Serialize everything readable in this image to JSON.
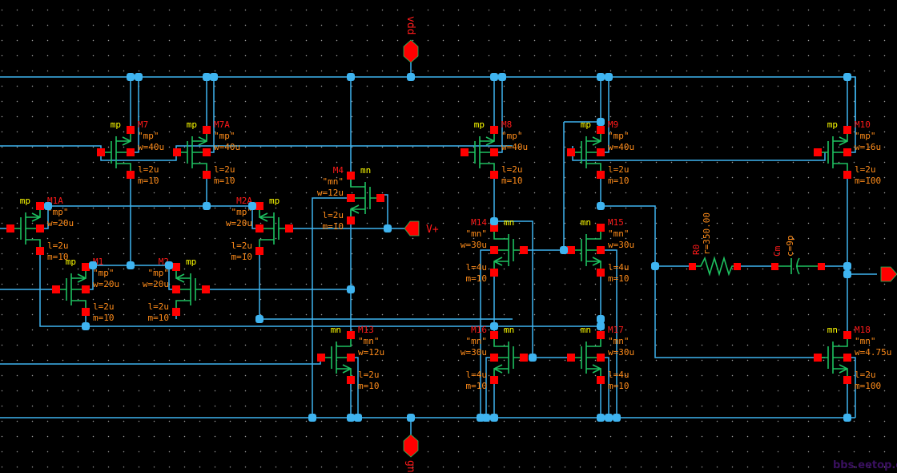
{
  "app": {
    "description": "Schematic editor canvas showing a two-stage CMOS op-amp",
    "colors": {
      "background": "#000000",
      "wire": "#3fb4f0",
      "symbol": "#1dc060",
      "pin": "#ff0000",
      "instance_name": "#ff1a1a",
      "model_type": "#ffff00",
      "parameters": "#ff8c1a"
    }
  },
  "ports": {
    "vdd": {
      "label": "vdd",
      "icon": "io-pin-icon"
    },
    "gnd": {
      "label": "gnd",
      "icon": "io-pin-icon"
    },
    "vplus": {
      "label": "V+",
      "icon": "input-pin-icon"
    },
    "out": {
      "label": "",
      "icon": "output-pin-icon"
    }
  },
  "transistors": {
    "M7": {
      "name": "M7",
      "type": "mp",
      "model": "\"mp\"",
      "w": "w=40u",
      "l": "l=2u",
      "m": "m=10"
    },
    "M7A": {
      "name": "M7A",
      "type": "mp",
      "model": "\"mp\"",
      "w": "w=40u",
      "l": "l=2u",
      "m": "m=10"
    },
    "M1A": {
      "name": "M1A",
      "type": "mp",
      "model": "\"mp\"",
      "w": "w=20u",
      "l": "l=2u",
      "m": "m=10"
    },
    "M2A": {
      "name": "M2A",
      "type": "mp",
      "model": "\"mp\"",
      "w": "w=20u",
      "l": "l=2u",
      "m": "m=10"
    },
    "M1": {
      "name": "M1",
      "type": "mp",
      "model": "\"mp\"",
      "w": "w=20u",
      "l": "l=2u",
      "m": "m=10"
    },
    "M2": {
      "name": "M2",
      "type": "mp",
      "model": "\"mp\"",
      "w": "w=20u",
      "l": "l=2u",
      "m": "m=10"
    },
    "M4": {
      "name": "M4",
      "type": "mn",
      "model": "\"mn\"",
      "w": "w=12u",
      "l": "l=2u",
      "m": "m=10"
    },
    "M13": {
      "name": "M13",
      "type": "mn",
      "model": "\"mn\"",
      "w": "w=12u",
      "l": "l=2u",
      "m": "m=10"
    },
    "M8": {
      "name": "M8",
      "type": "mp",
      "model": "\"mp\"",
      "w": "w=40u",
      "l": "l=2u",
      "m": "m=10"
    },
    "M9": {
      "name": "M9",
      "type": "mp",
      "model": "\"mp\"",
      "w": "w=40u",
      "l": "l=2u",
      "m": "m=10"
    },
    "M14": {
      "name": "M14",
      "type": "mn",
      "model": "\"mn\"",
      "w": "w=30u",
      "l": "l=4u",
      "m": "m=10"
    },
    "M15": {
      "name": "M15",
      "type": "mn",
      "model": "\"mn\"",
      "w": "w=30u",
      "l": "l=4u",
      "m": "m=10"
    },
    "M16": {
      "name": "M16",
      "type": "mn",
      "model": "\"mn\"",
      "w": "w=30u",
      "l": "l=4u",
      "m": "m=10"
    },
    "M17": {
      "name": "M17",
      "type": "mn",
      "model": "\"mn\"",
      "w": "w=30u",
      "l": "l=4u",
      "m": "m=10"
    },
    "M10": {
      "name": "M10",
      "type": "mp",
      "model": "\"mp\"",
      "w": "w=16u",
      "l": "l=2u",
      "m": "m=100"
    },
    "M18": {
      "name": "M18",
      "type": "mn",
      "model": "\"mn\"",
      "w": "w=4.75u",
      "l": "l=2u",
      "m": "m=100"
    }
  },
  "passives": {
    "R0": {
      "name": "R0",
      "value": "r=350.00",
      "icon": "resistor-icon"
    },
    "Cm": {
      "name": "Cm",
      "value": "c=9p",
      "icon": "capacitor-icon"
    }
  },
  "watermark": "bbs.eetop.cn"
}
